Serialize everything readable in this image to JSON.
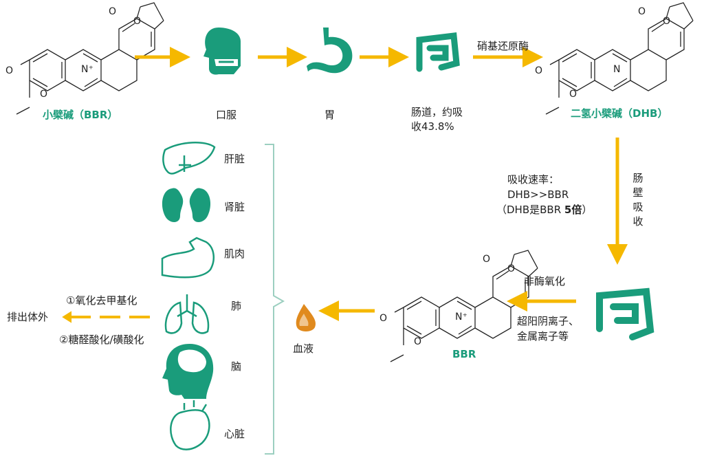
{
  "colors": {
    "teal": "#1a9c7b",
    "arrow": "#f5b800",
    "drop": "#e08a1e",
    "bracket": "#9ccfc0"
  },
  "molecules": {
    "bbr_top_label": "小檗碱（BBR）",
    "dhb_label": "二氢小檗碱（DHB）",
    "bbr_bottom_label": "BBR",
    "charge": "N⁺",
    "nitrogen": "N",
    "methoxy": "O",
    "ring_oxygen": "O"
  },
  "steps": {
    "oral": "口服",
    "stomach": "胃",
    "intestine_line1": "肠道，约吸",
    "intestine_line2": "收43.8%",
    "nitroreductase": "硝基还原酶",
    "wall_absorb": [
      "肠",
      "壁",
      "吸",
      "收"
    ],
    "rate_line1": "吸收速率：",
    "rate_line2": "DHB>>BBR",
    "rate_line3_prefix": "（DHB是BBR ",
    "rate_line3_bold": "5倍",
    "rate_line3_suffix": "）",
    "nonenzymatic": "非酶氧化",
    "ultrasound_line1": "超阳阴离子、",
    "ultrasound_line2": "金属离子等",
    "blood": "血液"
  },
  "organs": [
    {
      "label": "肝脏",
      "icon": "liver-icon"
    },
    {
      "label": "肾脏",
      "icon": "kidney-icon"
    },
    {
      "label": "肌肉",
      "icon": "muscle-icon"
    },
    {
      "label": "肺",
      "icon": "lung-icon"
    },
    {
      "label": "脑",
      "icon": "brain-icon"
    },
    {
      "label": "心脏",
      "icon": "heart-icon"
    }
  ],
  "excretion": {
    "step1": "①氧化去甲基化",
    "step2": "②糖醛酸化/磺酸化",
    "result": "排出体外"
  }
}
